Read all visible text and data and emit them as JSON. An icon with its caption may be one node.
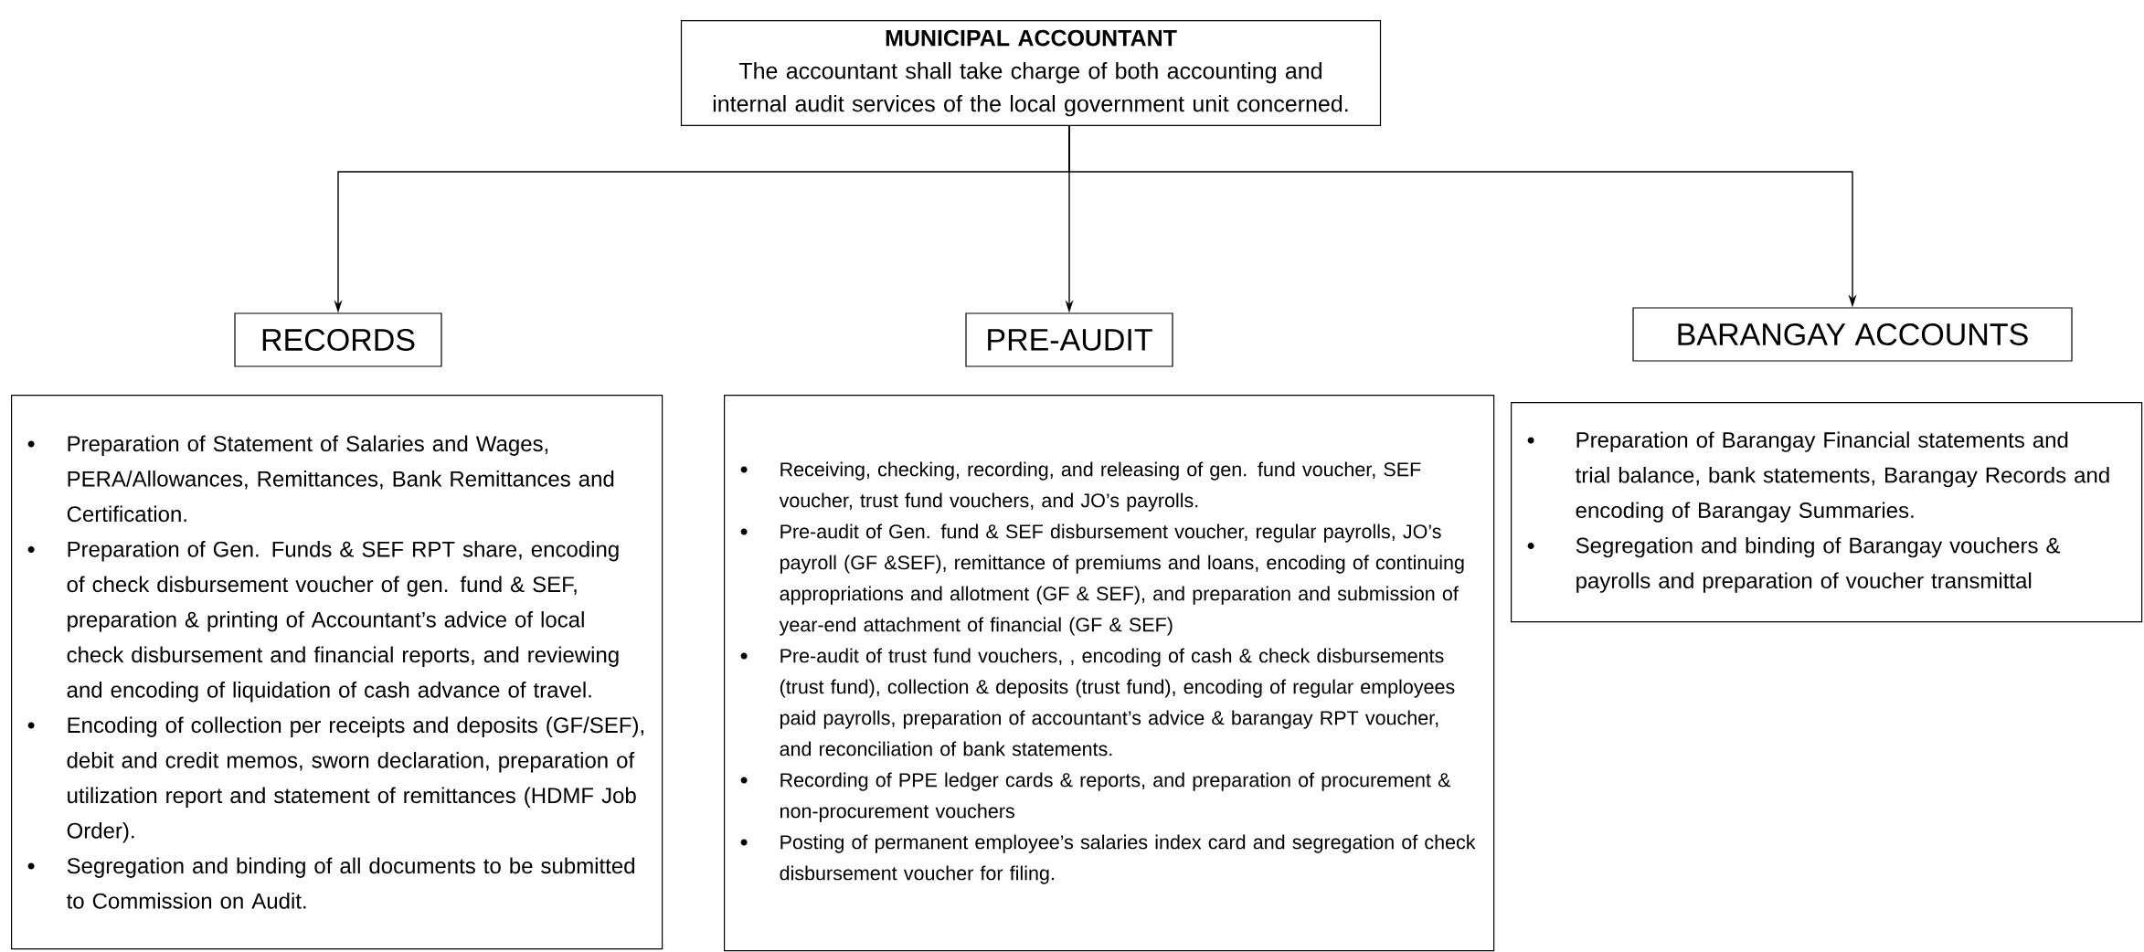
{
  "diagram": {
    "nodes": [
      {
        "text": [
          "MUNICIPAL ACCOUNTANT",
          "The accountant shall take charge of both accounting and internal audit services of the local government unit concerned."
        ]
      },
      {
        "text": [
          "RECORDS"
        ]
      },
      {
        "text": [
          "PRE-AUDIT"
        ]
      },
      {
        "text": [
          "BARANGAY ACCOUNTS"
        ]
      },
      {
        "text": [
          "Preparation of Statement of Salaries and Wages, PERA/Allowances, Remittances, Bank Remittances and Certification.",
          "Preparation of Gen. Funds & SEF RPT share, encoding of check disbursement voucher of gen. fund & SEF, preparation & printing of Accountant’s advice of local check disbursement and financial reports, and reviewing and encoding of liquidation of cash advance of travel.",
          "Encoding of collection per receipts and deposits (GF/SEF), debit and credit memos, sworn declaration, preparation of utilization report and statement of remittances (HDMF Job Order).",
          "Segregation and binding of all documents to be submitted to Commission on Audit."
        ]
      },
      {
        "text": [
          "Receiving, checking, recording, and releasing of gen. fund voucher, SEF voucher, trust fund vouchers, and JO’s payrolls.",
          "Pre-audit of Gen. fund & SEF disbursement voucher, regular payrolls, JO’s payroll (GF &SEF), remittance of premiums and loans, encoding of continuing appropriations and allotment (GF & SEF), and preparation and submission of year-end attachment of financial (GF & SEF)",
          "Pre-audit of trust fund vouchers, , encoding of cash & check disbursements (trust fund), collection & deposits (trust fund), encoding of regular employees paid payrolls, preparation of accountant’s advice & barangay RPT voucher, and reconciliation of bank statements.",
          "Recording of PPE ledger cards & reports, and preparation of procurement & non-procurement vouchers",
          "Posting of permanent employee’s salaries index card and segregation of check disbursement voucher for filing."
        ]
      },
      {
        "text": [
          "Preparation of Barangay Financial statements and trial balance, bank statements, Barangay Records and encoding of Barangay Summaries.",
          "Segregation and binding of Barangay vouchers & payrolls and preparation of voucher transmittal"
        ]
      }
    ],
    "edges": [
      {
        "from": 0,
        "to": 1,
        "arrow": "to"
      },
      {
        "from": 0,
        "to": 2,
        "arrow": "to"
      },
      {
        "from": 0,
        "to": 3,
        "arrow": "to"
      }
    ]
  }
}
